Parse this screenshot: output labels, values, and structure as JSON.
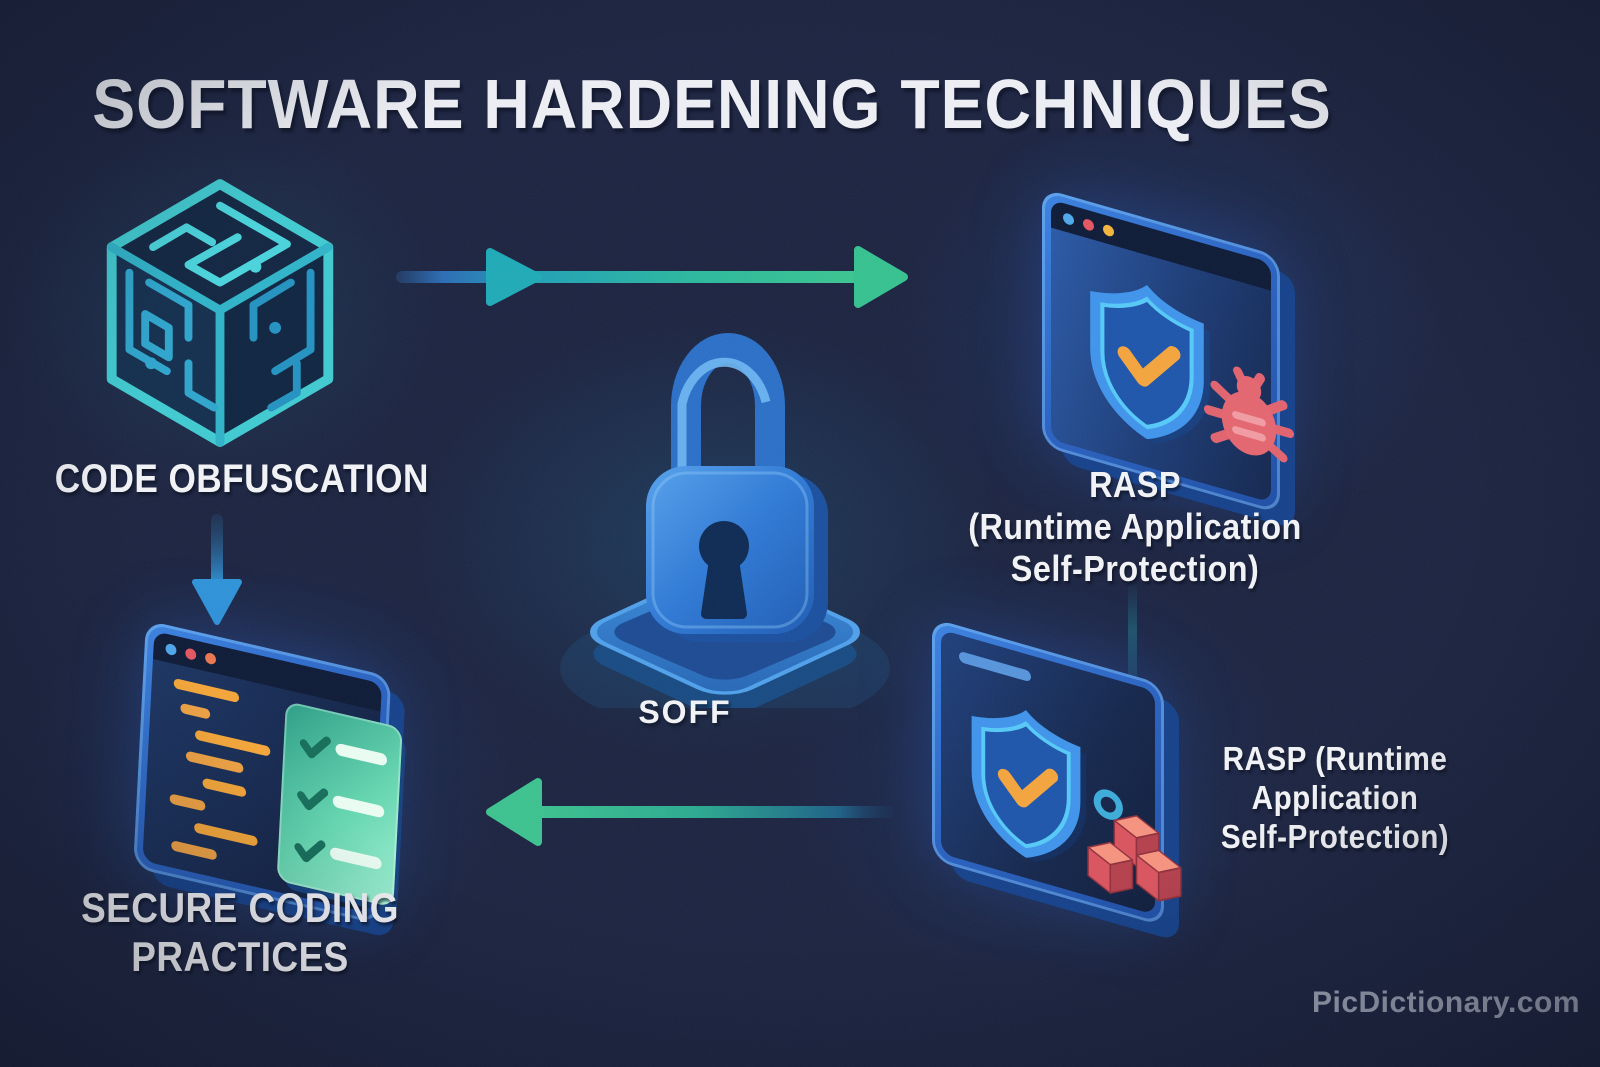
{
  "title": "SOFTWARE HARDENING TECHNIQUES",
  "watermark": "PicDictionary.com",
  "nodes": {
    "code_obfuscation": {
      "label": "CODE OBFUSCATION",
      "icon": "maze-cube-icon"
    },
    "rasp_top": {
      "lines": [
        "RASP",
        "(Runtime Application",
        "Self-Protection)"
      ],
      "icon": "browser-window-shield-bug"
    },
    "lock_center": {
      "label": "SOFF",
      "icon": "padlock-icon"
    },
    "secure_coding": {
      "lines": [
        "SECURE CODING",
        "PRACTICES"
      ],
      "icon": "code-editor-checklist-window"
    },
    "rasp_bottom": {
      "lines": [
        "RASP (Runtime",
        "Application",
        "Self-Protection)"
      ],
      "icon": "browser-window-shield-firewall"
    }
  },
  "connections": [
    {
      "from": "code_obfuscation",
      "to": "rasp_top",
      "direction": "right",
      "style": "blue-to-green-gradient-arrow"
    },
    {
      "from": "code_obfuscation",
      "to": "secure_coding",
      "direction": "down",
      "style": "blue-arrow"
    },
    {
      "from": "rasp_top",
      "to": "rasp_bottom",
      "direction": "down",
      "style": "faint-teal-line"
    },
    {
      "from": "rasp_bottom",
      "to": "secure_coding",
      "direction": "left",
      "style": "green-fade-arrow"
    }
  ],
  "icons": {
    "maze-cube-icon": "isometric teal maze cube",
    "padlock-icon": "blue 3D padlock on rounded platform",
    "shield-check-icon": "blue shield with orange checkmark",
    "bug-icon": "red malware bug",
    "firewall-bricks-icon": "red brick blocks with small lock ring",
    "checklist-icon": "green checklist panel with checkmarks",
    "window-dots-icon": "browser window traffic-light dots"
  },
  "colors": {
    "background": "#1b2340",
    "title_text": "#eceef4",
    "label_text": "#f1f2f6",
    "watermark_text": "#9fa6b8",
    "accent_teal": "#3fc9cf",
    "accent_green": "#35c08f",
    "accent_blue": "#2f7bd6",
    "accent_orange": "#f2a33c",
    "accent_red": "#e2656f",
    "window_frame_blue": "#2a63c2"
  }
}
